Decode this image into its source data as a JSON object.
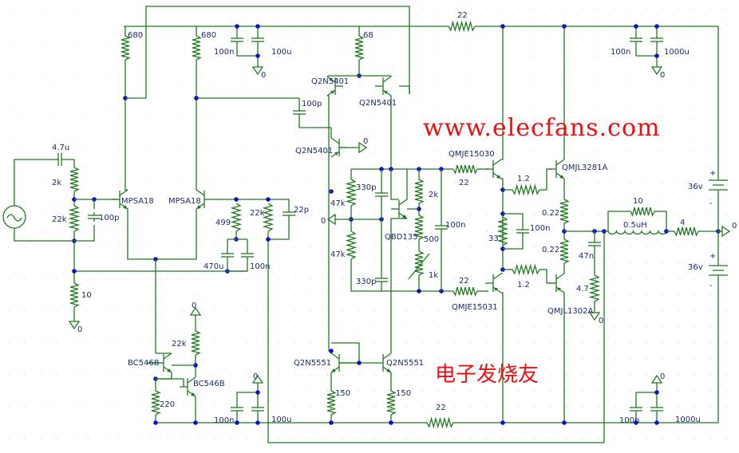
{
  "diagram": {
    "wire_color": "#1f7a1f",
    "node_color": "#1010c8",
    "label_color": "#1a2a6a",
    "watermark_color": "#e81010",
    "labels": {
      "c_in": "4.7u",
      "r_2k_in": "2k",
      "r_22k_in": "22k",
      "c_100p_in": "100p",
      "r_10_fb": "10",
      "r_680_l": "680",
      "r_680_r": "680",
      "c_100n_top": "100n",
      "c_100u_top": "100u",
      "gnd_top1": "0",
      "r_68": "68",
      "q_5401_l": "Q2N5401",
      "q_5401_r": "Q2N5401",
      "c_100p_miller": "100p",
      "q_5401_3": "Q2N5401",
      "gnd_5401": "0",
      "q_mpsa_l": "MPSA18",
      "q_mpsa_r": "MPSA18",
      "r_499": "499",
      "r_22k_fb": "22k",
      "c_22p": "22p",
      "c_470u": "470u",
      "c_100n_fb": "100n",
      "r_22_top": "22",
      "r_22_bot": "22",
      "q_15030": "QMJE15030",
      "q_15031": "QMJE15031",
      "r_22_b1": "22",
      "r_22_b2": "22",
      "r_47k_1": "47k",
      "r_47k_2": "47k",
      "gnd_bias": "0",
      "c_330p_1": "330p",
      "c_330p_2": "330p",
      "q_bd135": "QBD135",
      "r_2k_bias": "2k",
      "r_500": "500",
      "pot_1k": "1k",
      "c_100n_bias": "100n",
      "r_1_2_a": "1.2",
      "r_1_2_b": "1.2",
      "r_33": "33",
      "c_100n_drv": "100n",
      "q_3281": "QMJL3281A",
      "q_1302": "QMJL1302A",
      "r_022_a": "0.22",
      "r_022_b": "0.22",
      "c_47n": "47n",
      "r_4_7": "4.7",
      "gnd_zobel": "0",
      "r_10_out": "10",
      "l_out": "0.5uH",
      "r_4_load": "4",
      "gnd_out": "0",
      "bat_top": "36v",
      "bat_bot": "36v",
      "bat_top_plus": "+",
      "bat_top_minus": "-",
      "bat_bot_plus": "+",
      "bat_bot_minus": "-",
      "c_100n_tr": "100n",
      "c_1000u_tr": "1000u",
      "gnd_tr": "0",
      "c_100n_br": "100n",
      "c_1000u_br": "1000u",
      "gnd_br": "0",
      "q_bc_1": "BC546B",
      "q_bc_2": "BC546B",
      "r_22k_cs": "22k",
      "gnd_cs": "0",
      "r_220": "220",
      "c_100n_bl": "100n",
      "c_100u_bl": "100u",
      "gnd_bl": "0",
      "q_5551_l": "Q2N5551",
      "q_5551_r": "Q2N5551",
      "r_150_l": "150",
      "r_150_r": "150",
      "gnd_in": "0"
    },
    "watermark": {
      "url": "www.elecfans.com",
      "cn": "电子发烧友"
    }
  }
}
